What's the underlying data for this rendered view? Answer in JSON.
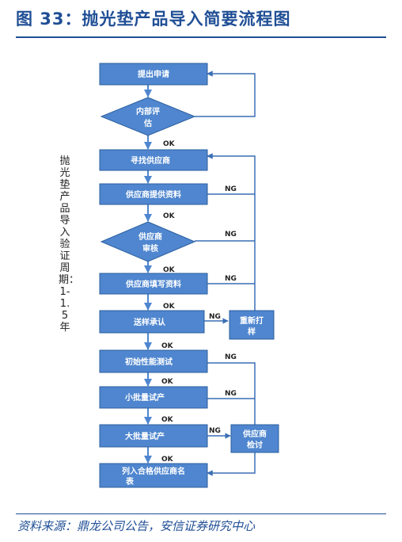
{
  "header": {
    "title": "图 33：抛光垫产品导入简要流程图"
  },
  "footer": {
    "source": "资料来源：鼎龙公司公告，安信证券研究中心"
  },
  "side_note": "抛光垫产品导入验证周期：1-1.5年",
  "colors": {
    "title": "#1f4e95",
    "box_fill": "#4f86cf",
    "box_stroke": "#2b5f9e",
    "arrow": "#4f86cf"
  },
  "flow": {
    "steps": {
      "s1": "提出申请",
      "s2a": "内部评",
      "s2b": "估",
      "s3": "寻找供应商",
      "s4": "供应商提供资料",
      "s5a": "供应商",
      "s5b": "审核",
      "s6": "供应商填写资料",
      "s7": "送样承认",
      "s8": "初始性能测试",
      "s9": "小批量试产",
      "s10": "大批量试产",
      "s11a": "列入合格供应商名",
      "s11b": "表"
    },
    "side_boxes": {
      "resample_a": "重新打",
      "resample_b": "样",
      "review_a": "供应商",
      "review_b": "检讨"
    },
    "labels": {
      "ok1": "OK",
      "ok2": "OK",
      "ok3": "OK",
      "ok4": "OK",
      "ok5": "OK",
      "ok6": "OK",
      "ok7": "OK",
      "ok8": "OK",
      "ng1": "NG",
      "ng2": "NG",
      "ng3": "NG",
      "ng4": "NG",
      "ng5": "NG",
      "ng6": "NG",
      "ng7": "NG"
    }
  }
}
